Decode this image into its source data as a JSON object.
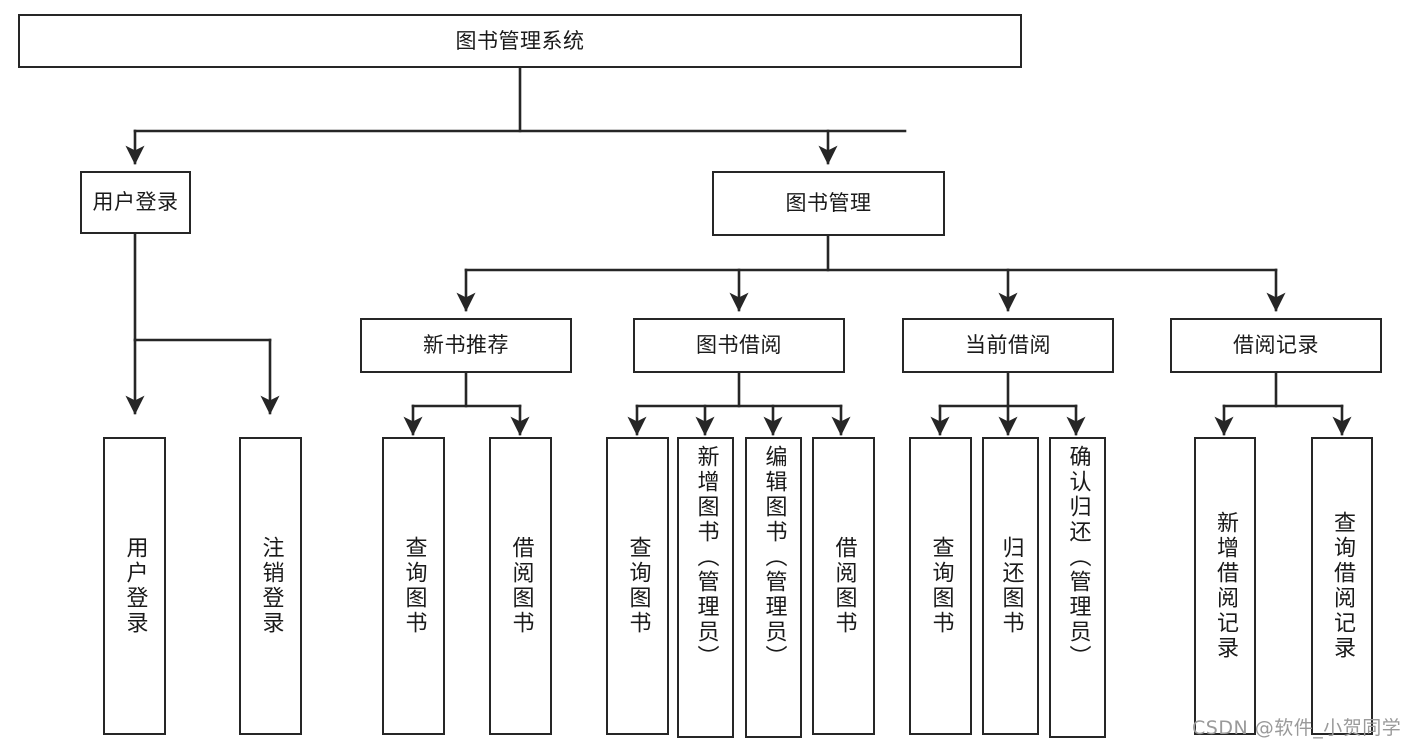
{
  "diagram": {
    "type": "tree",
    "title": "图书管理系统",
    "orientation": "top-down",
    "colors": {
      "box_border": "#262626",
      "box_fill": "#ffffff",
      "connector": "#262626",
      "text": "#1a1a1a",
      "watermark": "#9a9a9a"
    },
    "root": {
      "id": "root",
      "label": "图书管理系统"
    },
    "level2": [
      {
        "id": "user-login",
        "label": "用户登录"
      },
      {
        "id": "book-manage",
        "label": "图书管理"
      }
    ],
    "level3": [
      {
        "id": "new-book-recommend",
        "label": "新书推荐",
        "parent": "book-manage"
      },
      {
        "id": "book-borrow",
        "label": "图书借阅",
        "parent": "book-manage"
      },
      {
        "id": "current-borrow",
        "label": "当前借阅",
        "parent": "book-manage"
      },
      {
        "id": "borrow-record",
        "label": "借阅记录",
        "parent": "book-manage"
      }
    ],
    "leaves": [
      {
        "id": "leaf-user-login",
        "label": "用户登录",
        "parent": "user-login"
      },
      {
        "id": "leaf-logout-login",
        "label": "注销登录",
        "parent": "user-login"
      },
      {
        "id": "leaf-query-book-1",
        "label": "查询图书",
        "parent": "new-book-recommend"
      },
      {
        "id": "leaf-borrow-book-1",
        "label": "借阅图书",
        "parent": "new-book-recommend"
      },
      {
        "id": "leaf-query-book-2",
        "label": "查询图书",
        "parent": "book-borrow"
      },
      {
        "id": "leaf-add-book-admin",
        "label": "新增图书（管理员）",
        "parent": "book-borrow"
      },
      {
        "id": "leaf-edit-book-admin",
        "label": "编辑图书（管理员）",
        "parent": "book-borrow"
      },
      {
        "id": "leaf-borrow-book-2",
        "label": "借阅图书",
        "parent": "book-borrow"
      },
      {
        "id": "leaf-query-book-3",
        "label": "查询图书",
        "parent": "current-borrow"
      },
      {
        "id": "leaf-return-book",
        "label": "归还图书",
        "parent": "current-borrow"
      },
      {
        "id": "leaf-confirm-return-admin",
        "label": "确认归还（管理员）",
        "parent": "current-borrow"
      },
      {
        "id": "leaf-add-borrow-record",
        "label": "新增借阅记录",
        "parent": "borrow-record"
      },
      {
        "id": "leaf-query-borrow-record",
        "label": "查询借阅记录",
        "parent": "borrow-record"
      }
    ]
  },
  "watermark": {
    "text": "CSDN @软件_小贺同学"
  }
}
